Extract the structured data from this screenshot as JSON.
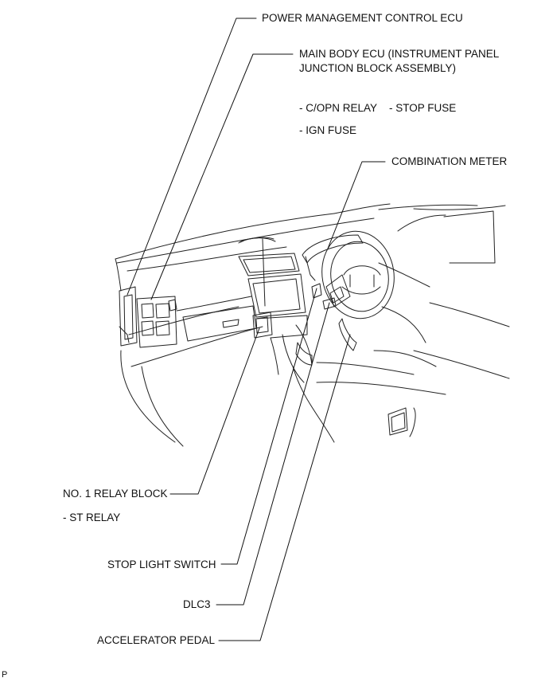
{
  "labels": {
    "power_mgmt_ecu": "POWER MANAGEMENT CONTROL ECU",
    "main_body_ecu_line1": "MAIN BODY ECU (INSTRUMENT PANEL",
    "main_body_ecu_line2": "JUNCTION BLOCK ASSEMBLY)",
    "copn_relay": "- C/OPN RELAY",
    "stop_fuse": "- STOP FUSE",
    "ign_fuse": "- IGN FUSE",
    "combination_meter": "COMBINATION METER",
    "no1_relay_block": "NO. 1 RELAY BLOCK",
    "st_relay": "- ST RELAY",
    "stop_light_switch": "STOP LIGHT SWITCH",
    "dlc3": "DLC3",
    "accelerator_pedal": "ACCELERATOR PEDAL",
    "corner_code": "P"
  }
}
